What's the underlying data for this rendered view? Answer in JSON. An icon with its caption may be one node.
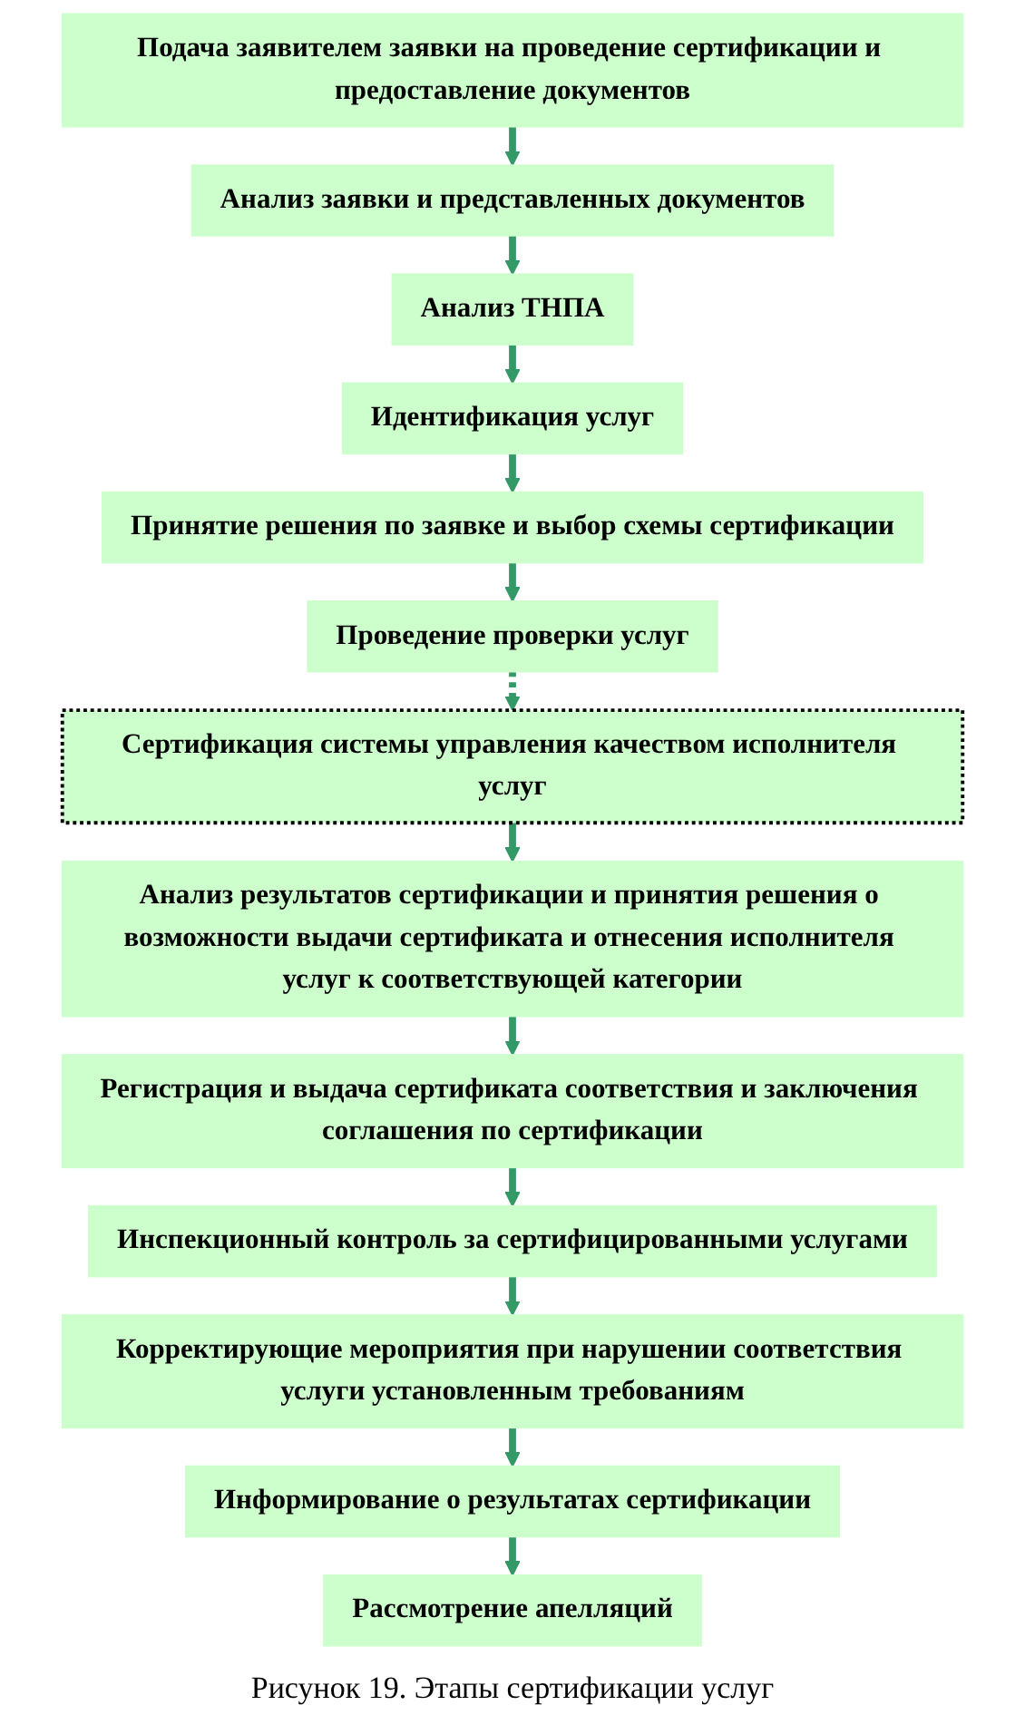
{
  "diagram": {
    "caption": "Рисунок 19. Этапы сертификации услуг",
    "nodes": [
      {
        "text": [
          "Подача заявителем заявки на проведение сертификации и предоставление документов"
        ]
      },
      {
        "text": [
          "Анализ заявки и представленных документов"
        ]
      },
      {
        "text": [
          "Анализ ТНПА"
        ]
      },
      {
        "text": [
          "Идентификация услуг"
        ]
      },
      {
        "text": [
          "Принятие решения по заявке и выбор схемы сертификации"
        ]
      },
      {
        "text": [
          "Проведение проверки услуг"
        ]
      },
      {
        "text": [
          "Сертификация системы управления качеством исполнителя услуг"
        ]
      },
      {
        "text": [
          "Анализ результатов сертификации и принятия решения о возможности выдачи сертификата и отнесения исполнителя услуг к соответствующей категории"
        ]
      },
      {
        "text": [
          "Регистрация и выдача сертификата соответствия и заключения соглашения по сертификации"
        ]
      },
      {
        "text": [
          "Инспекционный контроль за сертифицированными услугами"
        ]
      },
      {
        "text": [
          "Корректирующие мероприятия при нарушении соответствия услуги установленным требованиям"
        ]
      },
      {
        "text": [
          "Информирование о результатах сертификации"
        ]
      },
      {
        "text": [
          "Рассмотрение апелляций"
        ]
      }
    ],
    "edges": [
      {
        "from": 0,
        "to": 1,
        "arrow": "to"
      },
      {
        "from": 1,
        "to": 2,
        "arrow": "to"
      },
      {
        "from": 2,
        "to": 3,
        "arrow": "to"
      },
      {
        "from": 3,
        "to": 4,
        "arrow": "to"
      },
      {
        "from": 4,
        "to": 5,
        "arrow": "to"
      },
      {
        "from": 5,
        "to": 6,
        "arrow": "to",
        "style": "dashed"
      },
      {
        "from": 6,
        "to": 7,
        "arrow": "to"
      },
      {
        "from": 7,
        "to": 8,
        "arrow": "to"
      },
      {
        "from": 8,
        "to": 9,
        "arrow": "to"
      },
      {
        "from": 9,
        "to": 10,
        "arrow": "to"
      },
      {
        "from": 10,
        "to": 11,
        "arrow": "to"
      },
      {
        "from": 11,
        "to": 12,
        "arrow": "to"
      }
    ]
  }
}
